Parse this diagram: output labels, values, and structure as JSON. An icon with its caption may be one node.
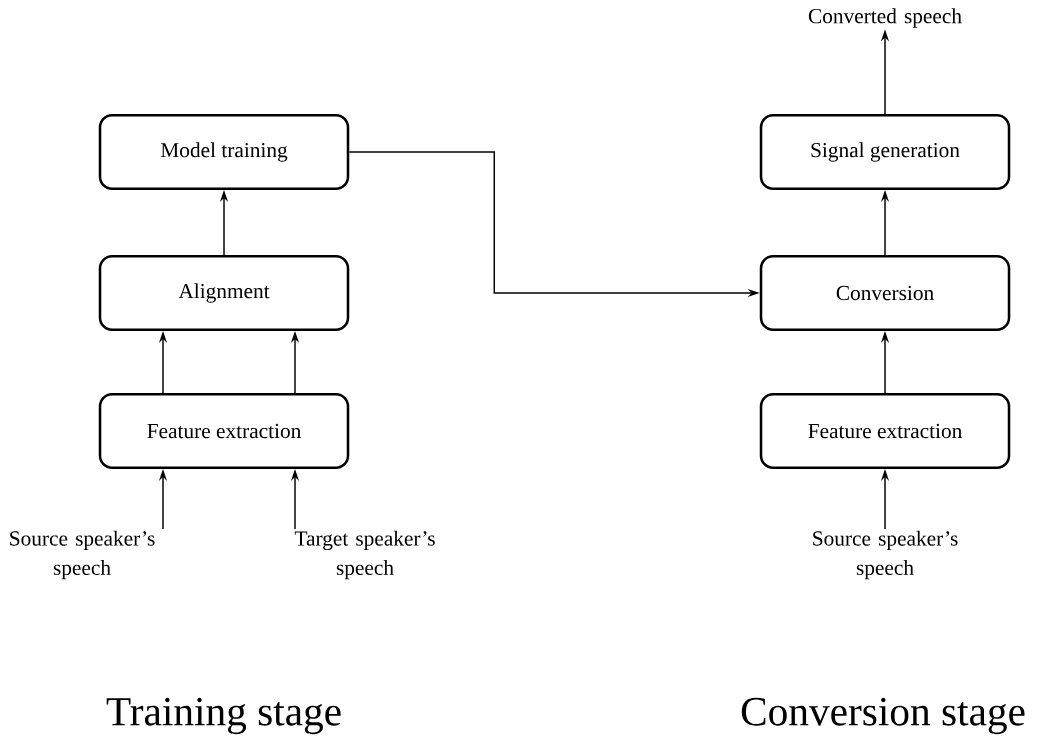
{
  "diagram": {
    "nodes": [
      {
        "text": [
          "Model training"
        ]
      },
      {
        "text": [
          "Alignment"
        ]
      },
      {
        "text": [
          "Feature extraction"
        ]
      },
      {
        "text": [
          "Source speaker’s speech"
        ]
      },
      {
        "text": [
          "Target speaker’s speech"
        ]
      },
      {
        "text": [
          "Signal generation"
        ]
      },
      {
        "text": [
          "Conversion"
        ]
      },
      {
        "text": [
          "Feature extraction"
        ]
      },
      {
        "text": [
          "Source speaker’s speech"
        ]
      },
      {
        "text": [
          "Converted speech"
        ]
      }
    ],
    "edges": [
      {
        "from": 3,
        "to": 2,
        "arrow": "to"
      },
      {
        "from": 4,
        "to": 2,
        "arrow": "to"
      },
      {
        "from": 2,
        "to": 1,
        "arrow": "to"
      },
      {
        "from": 2,
        "to": 1,
        "arrow": "to"
      },
      {
        "from": 1,
        "to": 0,
        "arrow": "to"
      },
      {
        "from": 0,
        "to": 6,
        "arrow": "to"
      },
      {
        "from": 8,
        "to": 7,
        "arrow": "to"
      },
      {
        "from": 7,
        "to": 6,
        "arrow": "to"
      },
      {
        "from": 6,
        "to": 5,
        "arrow": "to"
      },
      {
        "from": 5,
        "to": 9,
        "arrow": "to"
      }
    ],
    "labels": [
      "Training stage",
      "Conversion stage"
    ]
  }
}
